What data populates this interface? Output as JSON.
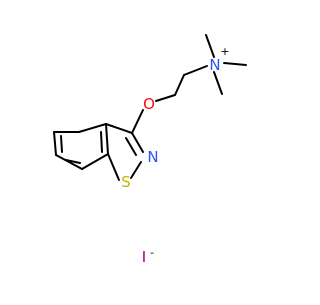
{
  "atoms": {
    "oxygen": "O",
    "nitrogen_ring": "N",
    "sulfur": "S",
    "ammonium_nitrogen": "N",
    "iodide": "I"
  },
  "charges": {
    "ammonium": "+",
    "iodide": "-"
  },
  "colors": {
    "carbon_bond": "#000000",
    "oxygen": "#ff0d0d",
    "nitrogen": "#3050f8",
    "sulfur": "#c8b400",
    "iodide": "#940094"
  }
}
